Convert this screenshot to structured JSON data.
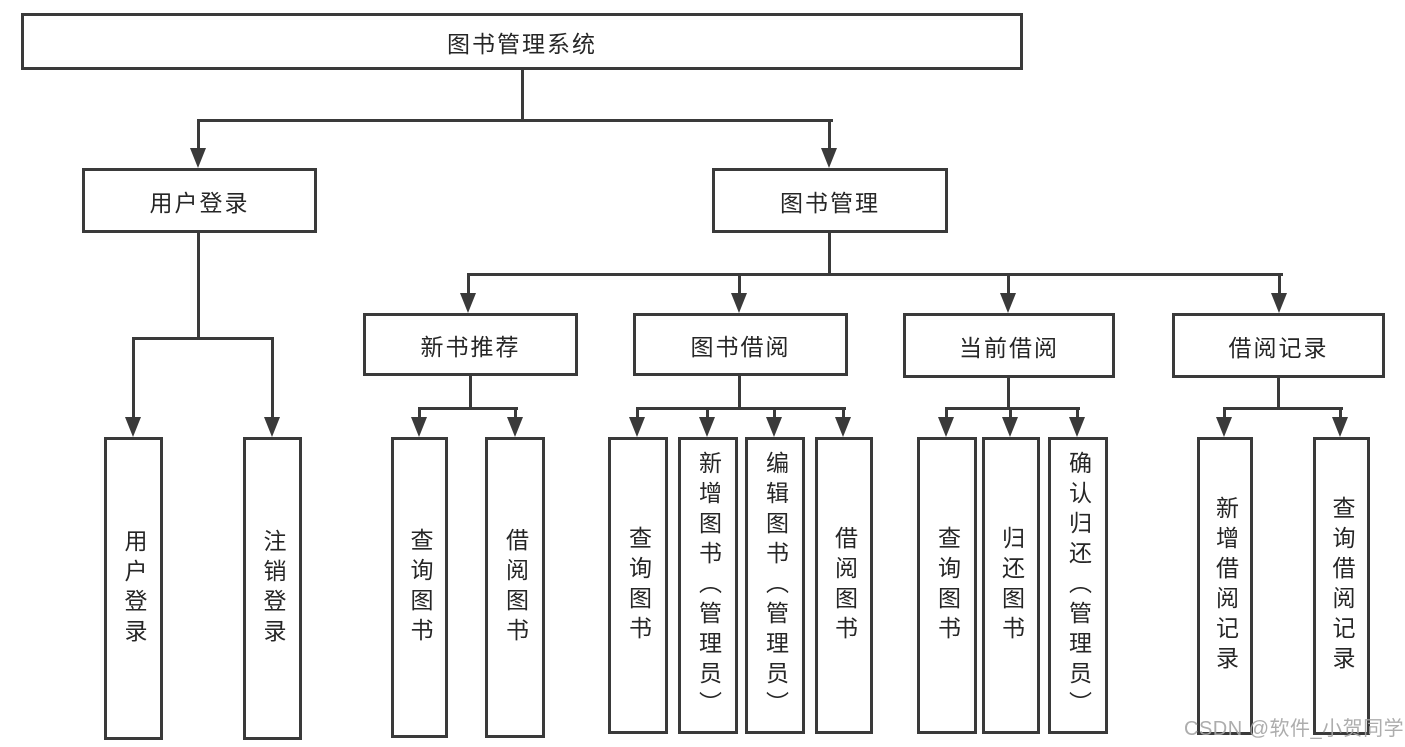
{
  "diagram": {
    "root": {
      "label": "图书管理系统"
    },
    "branches": [
      {
        "label": "用户登录",
        "children": [
          {
            "label": "用户登录"
          },
          {
            "label": "注销登录"
          }
        ]
      },
      {
        "label": "图书管理",
        "children": [
          {
            "label": "新书推荐",
            "children": [
              {
                "label": "查询图书"
              },
              {
                "label": "借阅图书"
              }
            ]
          },
          {
            "label": "图书借阅",
            "children": [
              {
                "label": "查询图书"
              },
              {
                "label": "新增图书（管理员）"
              },
              {
                "label": "编辑图书（管理员）"
              },
              {
                "label": "借阅图书"
              }
            ]
          },
          {
            "label": "当前借阅",
            "children": [
              {
                "label": "查询图书"
              },
              {
                "label": "归还图书"
              },
              {
                "label": "确认归还（管理员）"
              }
            ]
          },
          {
            "label": "借阅记录",
            "children": [
              {
                "label": "新增借阅记录"
              },
              {
                "label": "查询借阅记录"
              }
            ]
          }
        ]
      }
    ],
    "watermark": "CSDN @软件_小贺同学"
  },
  "colors": {
    "line": "#3a3a3a",
    "text": "#262626",
    "watermark": "#a6a6a6",
    "background": "#ffffff"
  }
}
